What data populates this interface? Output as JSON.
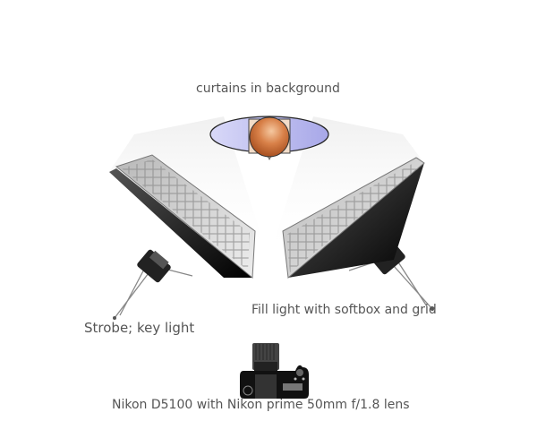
{
  "labels": {
    "background": "curtains in background",
    "key_light": "Strobe; key light",
    "fill_light": "Fill light with softbox and grid",
    "camera": "Nikon D5100 with Nikon prime 50mm f/1.8 lens"
  },
  "colors": {
    "backdrop": "#c8c8f0",
    "subject_head": "#d07a40",
    "softbox_body": "#1a1a1a",
    "text": "#555555"
  }
}
